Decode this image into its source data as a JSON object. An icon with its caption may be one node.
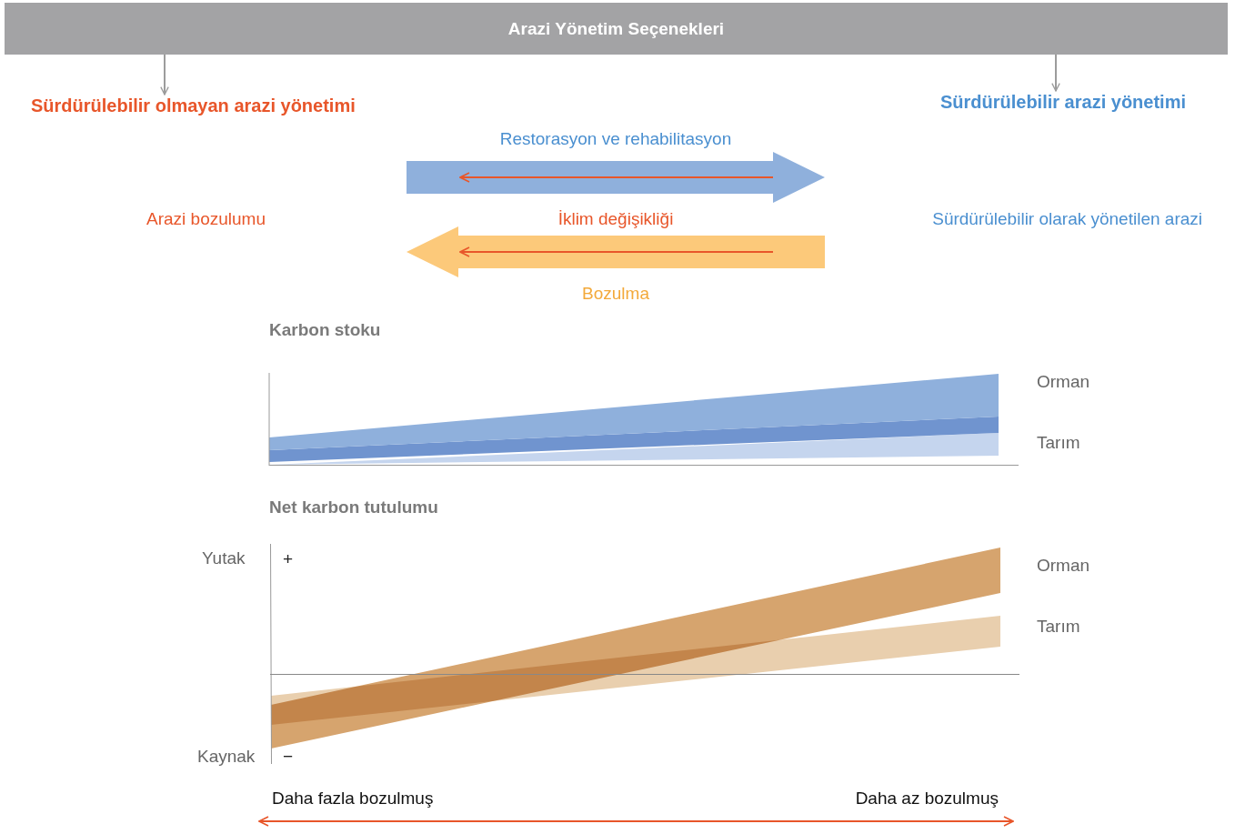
{
  "diagram": {
    "nodes": [
      {
        "text": [
          "Arazi Yönetim Seçenekleri"
        ]
      },
      {
        "text": [
          "Sürdürülebilir olmayan arazi yönetimi"
        ]
      },
      {
        "text": [
          "Sürdürülebilir arazi yönetimi"
        ]
      },
      {
        "text": [
          "Arazi bozulumu"
        ]
      },
      {
        "text": [
          "Sürdürülebilir olarak yönetilen arazi"
        ]
      }
    ],
    "edges": [
      {
        "from": 0,
        "to": 1,
        "arrow": "to"
      },
      {
        "from": 0,
        "to": 2,
        "arrow": "to"
      },
      {
        "from": 3,
        "to": 4,
        "arrow": "to",
        "style": "thick",
        "color": "#8fb0dc",
        "label": "Restorasyon ve rehabilitasyon"
      },
      {
        "from": 4,
        "to": 3,
        "arrow": "to",
        "style": "thick",
        "color": "#fcc97a",
        "label": "Bozulma"
      }
    ],
    "labels": [
      "İklim değişikliği",
      "Karbon stoku",
      "Orman",
      "Tarım",
      "Net karbon tutulumu",
      "Yutak",
      "+",
      "Kaynak",
      "−",
      "Orman",
      "Tarım",
      "Daha fazla bozulmuş",
      "Daha az bozulmuş"
    ]
  }
}
